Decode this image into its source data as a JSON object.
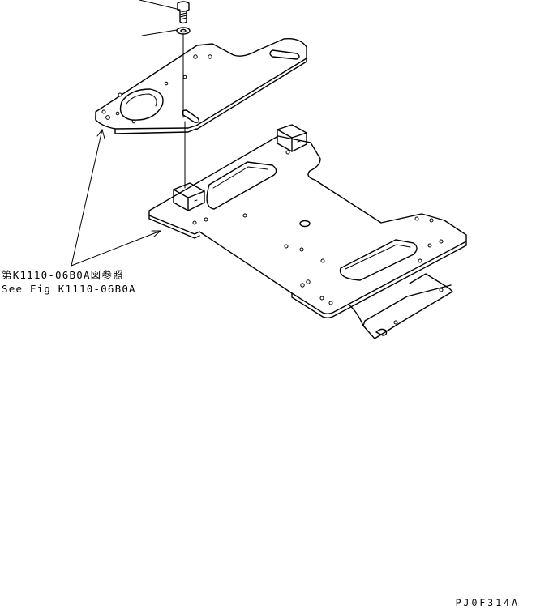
{
  "reference": {
    "japanese": "第K1110-06B0A図参照",
    "english": "See Fig K1110-06B0A"
  },
  "drawing_code": "PJ0F314A"
}
